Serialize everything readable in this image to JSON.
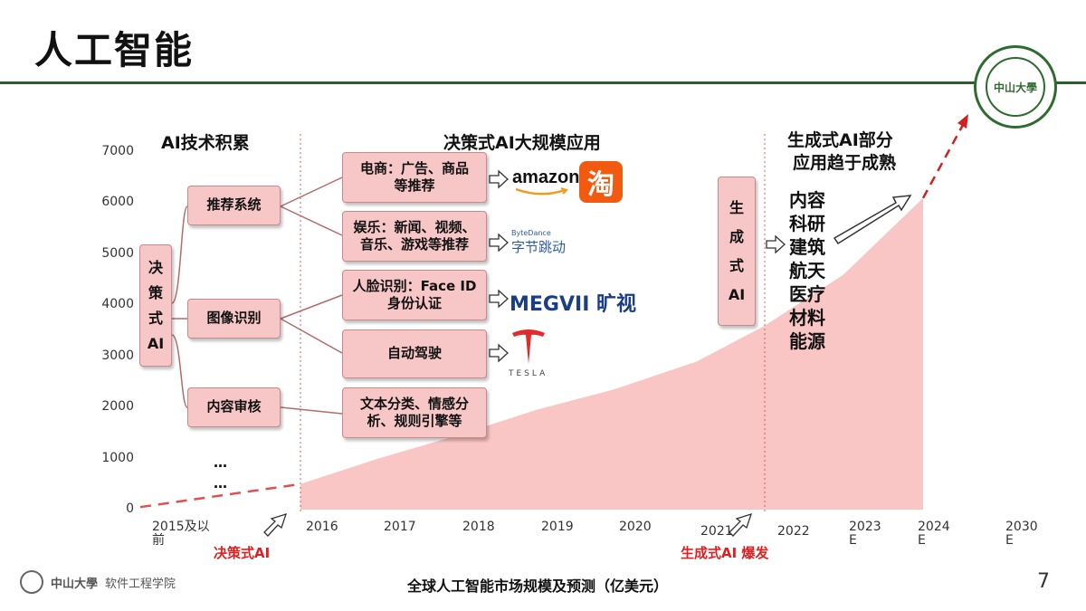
{
  "header": {
    "title": "人工智能"
  },
  "sections": {
    "accumulation": "AI技术积累",
    "decision": "决策式AI大规模应用",
    "generative_line1": "生成式AI部分",
    "generative_line2": "应用趋于成熟"
  },
  "diagram": {
    "root": [
      "决",
      "策",
      "式",
      "AI"
    ],
    "branches": [
      "推荐系统",
      "图像识别",
      "内容审核"
    ],
    "ellipsis": [
      "…",
      "…"
    ],
    "apps": [
      {
        "line1": "电商：广告、商品",
        "line2": "等推荐"
      },
      {
        "line1": "娱乐：新闻、视频、",
        "line2": "音乐、游戏等推荐"
      },
      {
        "line1": "人脸识别：Face ID",
        "line2": "身份认证"
      },
      {
        "line1": "自动驾驶",
        "line2": ""
      },
      {
        "line1": "文本分类、情感分",
        "line2": "析、规则引擎等"
      }
    ],
    "generative_box": [
      "生",
      "成",
      "式",
      "AI"
    ],
    "generative_apps": [
      "内容",
      "科研",
      "建筑",
      "航天",
      "医疗",
      "材料",
      "能源"
    ]
  },
  "logos": {
    "amazon": "amazon",
    "taobao": "淘",
    "bytedance_small": "ByteDance",
    "bytedance": "字节跳动",
    "megvii": "MEGVII 旷视",
    "tesla": "TESLA"
  },
  "annotations": {
    "decision_ai": "决策式AI",
    "generative_burst": "生成式AI 爆发"
  },
  "chart_data": {
    "type": "area",
    "title": "全球人工智能市场规模及预测（亿美元）",
    "categories": [
      "2015及以前",
      "2016",
      "2017",
      "2018",
      "2019",
      "2020",
      "2021",
      "2022",
      "2023 E",
      "2024 E",
      "2030 E"
    ],
    "x_tick_labels": [
      {
        "line1": "2015及以前",
        "line2": ""
      },
      {
        "line1": "2016",
        "line2": ""
      },
      {
        "line1": "2017",
        "line2": ""
      },
      {
        "line1": "2018",
        "line2": ""
      },
      {
        "line1": "2019",
        "line2": ""
      },
      {
        "line1": "2020",
        "line2": ""
      },
      {
        "line1": "2021",
        "line2": ""
      },
      {
        "line1": "2022",
        "line2": ""
      },
      {
        "line1": "2023",
        "line2": "E"
      },
      {
        "line1": "2024",
        "line2": "E"
      },
      {
        "line1": "2030",
        "line2": "E"
      }
    ],
    "series": [
      {
        "values": [
          50,
          500,
          1000,
          1450,
          1950,
          2350,
          2900,
          3600,
          4600,
          6100
        ]
      }
    ],
    "dashed_segments": [
      "2015及以前-2016",
      "2024 E-2030 E"
    ],
    "ylim": [
      0,
      7000
    ],
    "yticks": [
      0,
      1000,
      2000,
      3000,
      4000,
      5000,
      6000,
      7000
    ],
    "colors": {
      "area": "#f9c5c5",
      "dashed": "#e05050"
    }
  },
  "footer": {
    "university": "中山大學",
    "school": "软件工程学院",
    "page": "7"
  }
}
